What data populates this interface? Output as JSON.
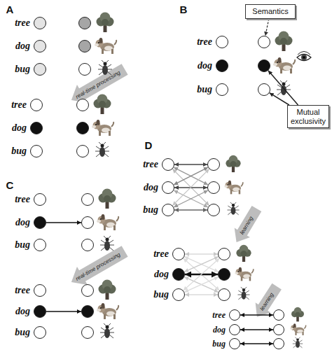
{
  "diagram": {
    "nodes": [
      {
        "text": [
          "tree"
        ]
      },
      {
        "text": []
      },
      {
        "text": [
          "dog"
        ]
      },
      {
        "text": []
      },
      {
        "text": [
          "bug"
        ]
      },
      {
        "text": []
      },
      {
        "text": [
          "tree"
        ]
      },
      {
        "text": []
      },
      {
        "text": [
          "dog"
        ]
      },
      {
        "text": []
      },
      {
        "text": [
          "bug"
        ]
      },
      {
        "text": []
      },
      {
        "text": [
          "Semantics"
        ]
      },
      {
        "text": [
          "tree"
        ]
      },
      {
        "text": []
      },
      {
        "text": [
          "dog"
        ]
      },
      {
        "text": []
      },
      {
        "text": [
          "bug"
        ]
      },
      {
        "text": []
      },
      {
        "text": [
          "Mutual exclusivity"
        ]
      },
      {
        "text": [
          "tree"
        ]
      },
      {
        "text": []
      },
      {
        "text": [
          "dog"
        ]
      },
      {
        "text": []
      },
      {
        "text": [
          "bug"
        ]
      },
      {
        "text": []
      },
      {
        "text": [
          "tree"
        ]
      },
      {
        "text": []
      },
      {
        "text": [
          "dog"
        ]
      },
      {
        "text": []
      },
      {
        "text": [
          "bug"
        ]
      },
      {
        "text": []
      },
      {
        "text": [
          "tree"
        ]
      },
      {
        "text": []
      },
      {
        "text": [
          "dog"
        ]
      },
      {
        "text": []
      },
      {
        "text": [
          "bug"
        ]
      },
      {
        "text": []
      },
      {
        "text": [
          "tree"
        ]
      },
      {
        "text": []
      },
      {
        "text": [
          "dog"
        ]
      },
      {
        "text": []
      },
      {
        "text": [
          "bug"
        ]
      },
      {
        "text": []
      },
      {
        "text": [
          "tree"
        ]
      },
      {
        "text": []
      },
      {
        "text": [
          "dog"
        ]
      },
      {
        "text": []
      },
      {
        "text": [
          "bug"
        ]
      },
      {
        "text": []
      }
    ],
    "edges": [
      {
        "from": 12,
        "to": 14,
        "arrow": "to"
      },
      {
        "from": 19,
        "to": 16,
        "arrow": "to"
      },
      {
        "from": 19,
        "to": 18,
        "arrow": "to"
      },
      {
        "from": 22,
        "to": 23,
        "arrow": "to"
      },
      {
        "from": 28,
        "to": 29,
        "arrow": "to"
      },
      {
        "from": 32,
        "to": 33,
        "arrow": "both"
      },
      {
        "from": 32,
        "to": 35,
        "arrow": "both"
      },
      {
        "from": 32,
        "to": 37,
        "arrow": "both"
      },
      {
        "from": 34,
        "to": 33,
        "arrow": "both"
      },
      {
        "from": 34,
        "to": 35,
        "arrow": "both"
      },
      {
        "from": 34,
        "to": 37,
        "arrow": "both"
      },
      {
        "from": 36,
        "to": 33,
        "arrow": "both"
      },
      {
        "from": 36,
        "to": 35,
        "arrow": "both"
      },
      {
        "from": 36,
        "to": 37,
        "arrow": "both"
      },
      {
        "from": 38,
        "to": 39,
        "arrow": "both"
      },
      {
        "from": 38,
        "to": 41,
        "arrow": "both"
      },
      {
        "from": 38,
        "to": 43,
        "arrow": "both"
      },
      {
        "from": 40,
        "to": 39,
        "arrow": "both"
      },
      {
        "from": 40,
        "to": 41,
        "arrow": "both"
      },
      {
        "from": 40,
        "to": 43,
        "arrow": "both"
      },
      {
        "from": 42,
        "to": 39,
        "arrow": "both"
      },
      {
        "from": 42,
        "to": 41,
        "arrow": "both"
      },
      {
        "from": 42,
        "to": 43,
        "arrow": "both"
      },
      {
        "from": 44,
        "to": 45,
        "arrow": "both"
      },
      {
        "from": 46,
        "to": 47,
        "arrow": "both"
      },
      {
        "from": 48,
        "to": 49,
        "arrow": "both"
      }
    ],
    "labels": [
      "A",
      "real-time processing",
      "B",
      "C",
      "real-time processing",
      "D",
      "learning",
      "learning"
    ]
  }
}
